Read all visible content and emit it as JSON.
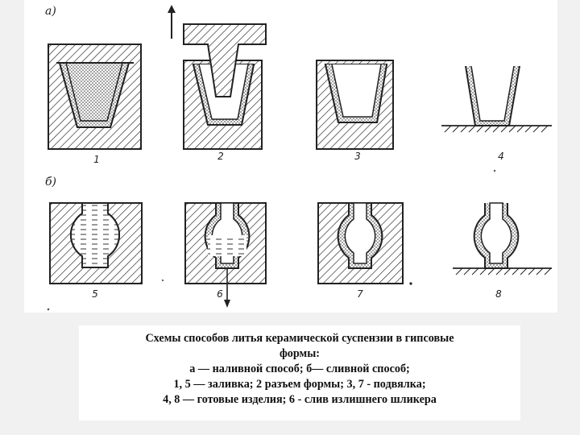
{
  "figure": {
    "row_labels": {
      "a": "а)",
      "b": "б)"
    },
    "stage_numbers": [
      "1",
      "2",
      "3",
      "4",
      "5",
      "6",
      "7",
      "8"
    ]
  },
  "caption": {
    "lines": [
      "Схемы способов литья керамической суспензии в гипсовые",
      "формы:",
      "а — наливной способ; б— сливной способ;",
      "1, 5 — заливка; 2 разъем формы; 3, 7 - подвялка;",
      "4, 8 — готовые изделия; 6 -  слив излишнего шликера"
    ]
  }
}
